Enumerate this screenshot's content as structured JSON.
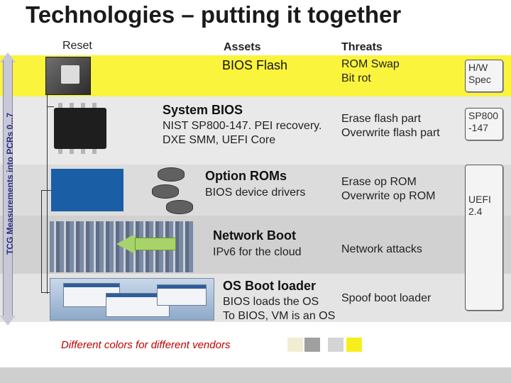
{
  "title": "Technologies – putting it together",
  "side_label": "TCG Measurements into PCRs 0...7",
  "headers": {
    "reset": "Reset",
    "assets": "Assets",
    "threats": "Threats"
  },
  "rows": [
    {
      "asset_title": "BIOS Flash",
      "asset_body": "",
      "threat": "ROM Swap\nBit rot"
    },
    {
      "asset_title": "System BIOS",
      "asset_body": "NIST SP800-147. PEI recovery.  DXE SMM, UEFI Core",
      "threat": "Erase flash part\nOverwrite flash part"
    },
    {
      "asset_title": "Option ROMs",
      "asset_body": "BIOS device drivers",
      "threat": "Erase op ROM\nOverwrite op ROM"
    },
    {
      "asset_title": "Network Boot",
      "asset_body": "IPv6 for the cloud",
      "threat": "Network attacks"
    },
    {
      "asset_title": "OS Boot loader",
      "asset_body": "BIOS loads the OS\nTo BIOS, VM is an OS",
      "threat": "Spoof boot loader"
    }
  ],
  "specs": {
    "hw": "H/W\nSpec",
    "sp800": "SP800\n-147",
    "uefi": "UEFI\n2.4"
  },
  "caption": "Different colors for different vendors",
  "colors": {
    "yellow_band": "#fbf43c",
    "caption_red": "#c20000",
    "swatch_beige": "#f2ecd2",
    "swatch_gray": "#a0a0a0",
    "swatch_lightgray": "#d4d4d4",
    "swatch_yellow": "#f7ef1c"
  },
  "icons": [
    "cpu-chip-icon",
    "flash-chip-icon",
    "database-icon",
    "server-rack-icon",
    "left-arrow-icon",
    "os-window-icon",
    "double-arrow-icon"
  ]
}
